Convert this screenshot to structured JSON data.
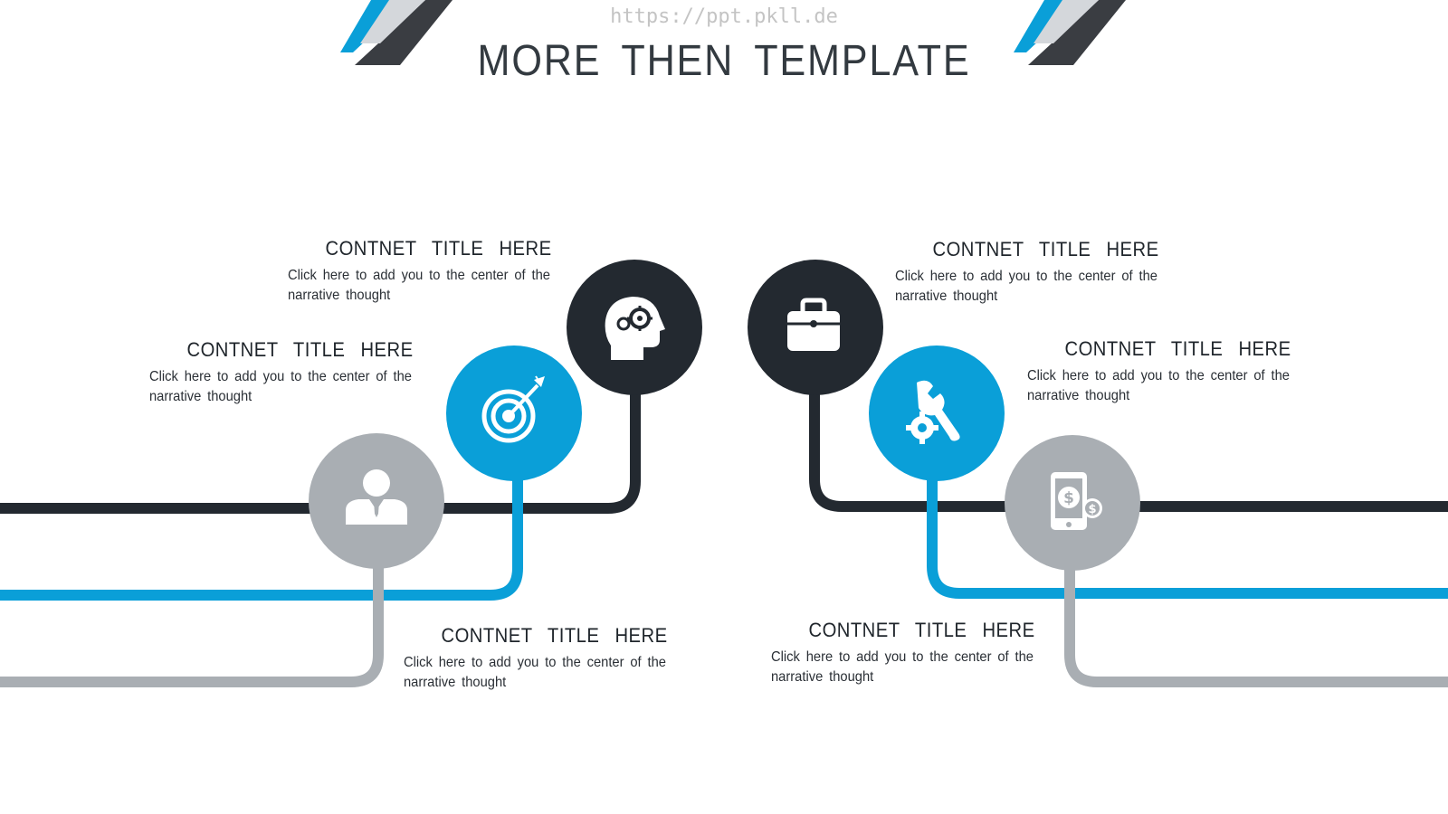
{
  "watermark": "https://ppt.pkll.de",
  "title": "MORE THEN TEMPLATE",
  "colors": {
    "dark": "#232930",
    "blue": "#0a9fd8",
    "gray": "#a9aeb3",
    "light_gray": "#d8dadd"
  },
  "items": [
    {
      "title": "CONTNET   TITLE   HERE",
      "body": "Click here to add  you to the  center of the narrative thought",
      "icon": "head-gears-icon"
    },
    {
      "title": "CONTNET   TITLE   HERE",
      "body": "Click here to add  you to the  center of the narrative thought",
      "icon": "target-icon"
    },
    {
      "title": "CONTNET   TITLE   HERE",
      "body": "Click here to add  you to the  center of the narrative thought",
      "icon": "user-icon"
    },
    {
      "title": "CONTNET   TITLE   HERE",
      "body": "Click here to add  you to the  center of the narrative thought",
      "icon": "briefcase-icon"
    },
    {
      "title": "CONTNET   TITLE   HERE",
      "body": "Click here to add  you to the  center of the narrative thought",
      "icon": "wrench-gear-icon"
    },
    {
      "title": "CONTNET   TITLE   HERE",
      "body": "Click here to add  you to the  center of the narrative thought",
      "icon": "mobile-money-icon"
    }
  ]
}
